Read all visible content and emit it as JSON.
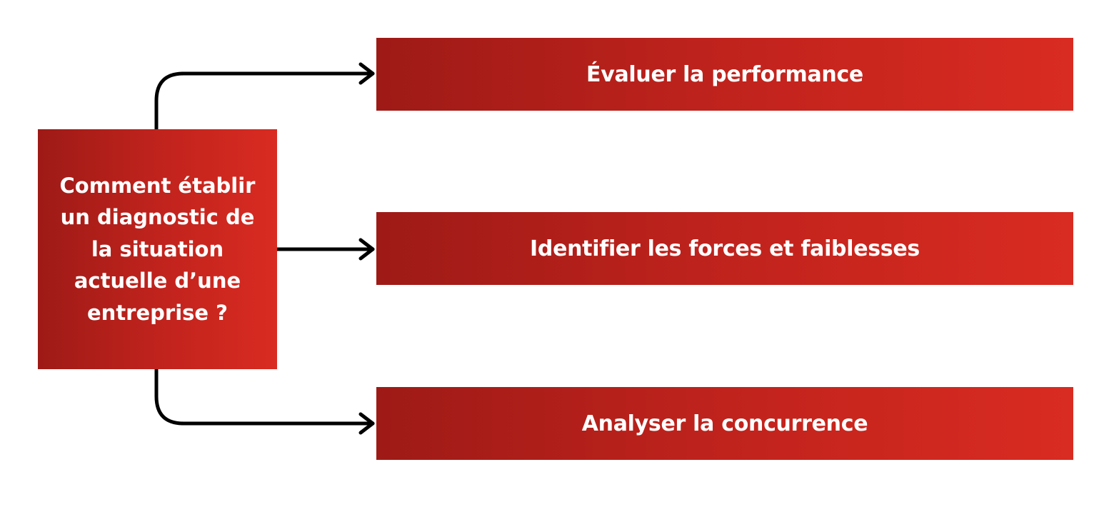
{
  "question": "Comment établir un diagnostic de la situation actuelle d’une entreprise ?",
  "options": [
    {
      "label": "Évaluer la performance"
    },
    {
      "label": "Identifier les forces et faiblesses"
    },
    {
      "label": "Analyser la concurrence"
    }
  ],
  "colors": {
    "box_dark": "#9e1a16",
    "box_light": "#d92b21",
    "text": "#ffffff",
    "arrow": "#000000",
    "background": "#ffffff"
  }
}
